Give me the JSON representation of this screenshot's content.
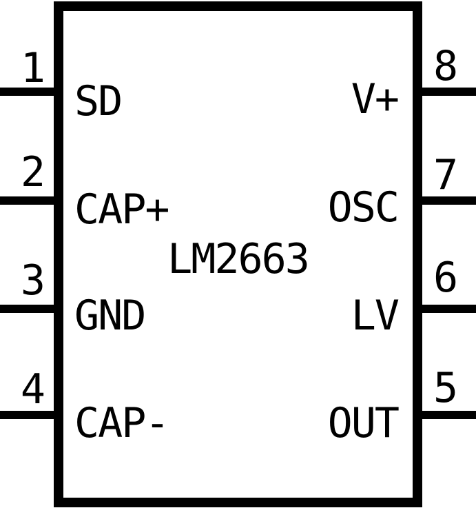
{
  "diagram": {
    "title": "LM2663",
    "type": "ic-pinout",
    "package_pin_count": 8,
    "colors": {
      "ink": "#000000",
      "background": "#ffffff"
    },
    "left_pins": [
      {
        "number": "1",
        "label": "SD"
      },
      {
        "number": "2",
        "label": "CAP+"
      },
      {
        "number": "3",
        "label": "GND"
      },
      {
        "number": "4",
        "label": "CAP-"
      }
    ],
    "right_pins": [
      {
        "number": "8",
        "label": "V+"
      },
      {
        "number": "7",
        "label": "OSC"
      },
      {
        "number": "6",
        "label": "LV"
      },
      {
        "number": "5",
        "label": "OUT"
      }
    ]
  }
}
